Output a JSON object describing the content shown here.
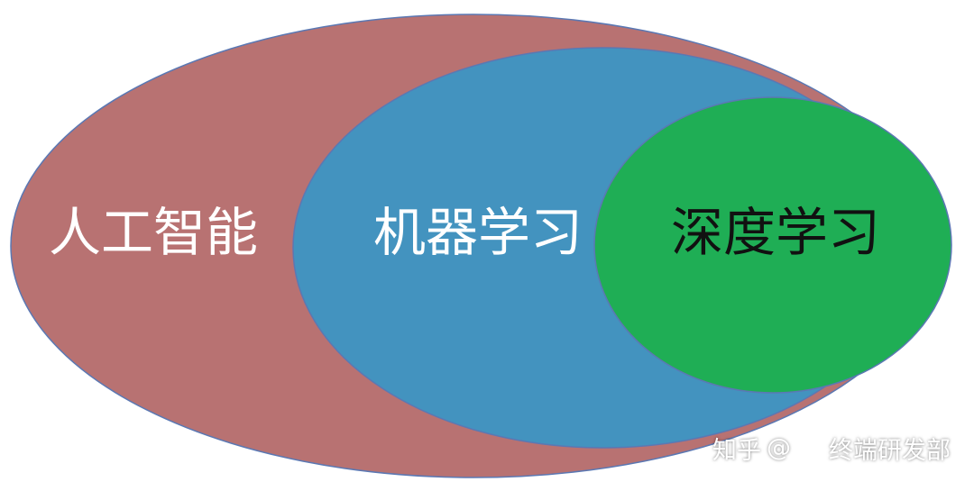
{
  "diagram": {
    "outer": {
      "label": "人工智能",
      "color": "#b87272"
    },
    "middle": {
      "label": "机器学习",
      "color": "#4393bf"
    },
    "inner": {
      "label": "深度学习",
      "color": "#1fae55"
    },
    "outline_color": "#5b78b3"
  },
  "watermark": {
    "site": "知乎",
    "separator": "@",
    "account": "终端研发部",
    "icon": "wechat-icon"
  }
}
